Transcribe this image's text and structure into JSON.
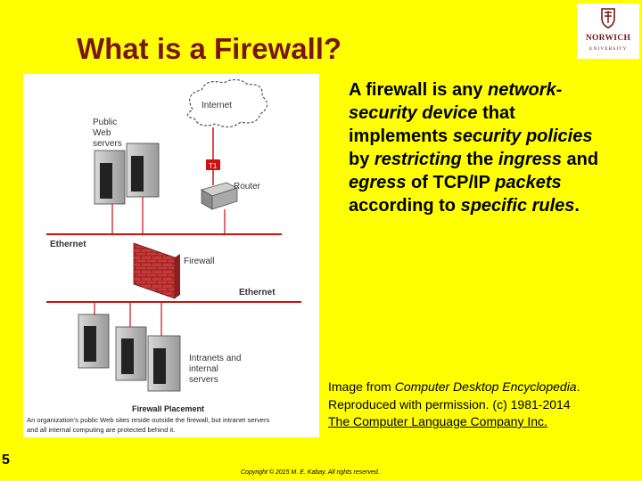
{
  "slide": {
    "title": "What is a Firewall?",
    "page_number": "5",
    "copyright": "Copyright © 2015 M. E. Kabay. All rights reserved."
  },
  "logo": {
    "name": "NORWICH",
    "subtitle": "UNIVERSITY"
  },
  "bullet": {
    "p1": "A firewall is any ",
    "p2": "network-security device",
    "p3": " that implements ",
    "p4": "security policies",
    "p5": " by ",
    "p6": "restricting",
    "p7": " the ",
    "p8": "ingress",
    "p9": " and ",
    "p10": "egress",
    "p11": " of TCP/IP ",
    "p12": "packets",
    "p13": " according to ",
    "p14": "specific rules",
    "p15": "."
  },
  "credit": {
    "c1": "Image from ",
    "c2": "Computer Desktop Encyclopedia",
    "c3": ". Reproduced with permission. (c) 1981-2014 ",
    "c4": "The Computer Language Company Inc."
  },
  "diagram": {
    "internet": "Internet",
    "public_web_1": "Public",
    "public_web_2": "Web",
    "public_web_3": "servers",
    "router": "Router",
    "t1": "T1",
    "ethernet_top": "Ethernet",
    "firewall": "Firewall",
    "ethernet_bottom": "Ethernet",
    "intranets_1": "Intranets and",
    "intranets_2": "internal",
    "intranets_3": "servers",
    "caption_title": "Firewall Placement",
    "caption_1": "An organization's public Web sites reside outside the firewall, but intranet servers",
    "caption_2": "and all internal computing are protected behind it."
  },
  "colors": {
    "background": "#ffff00",
    "title": "#7a1515",
    "firewall_brick": "#c8383a",
    "t1_box": "#cc1111"
  }
}
